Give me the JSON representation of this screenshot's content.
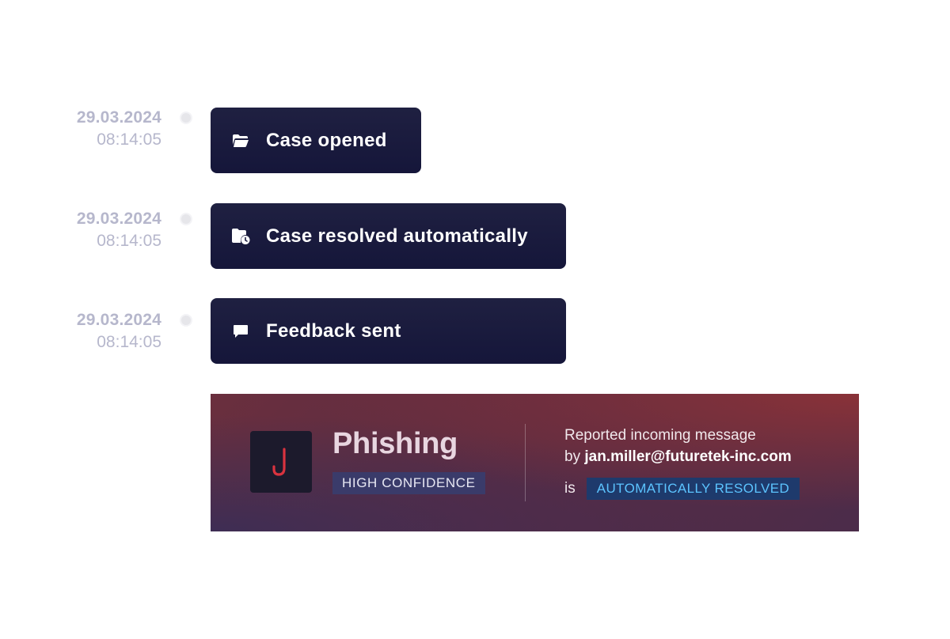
{
  "timeline": {
    "events": [
      {
        "date": "29.03.2024",
        "time": "08:14:05",
        "label": "Case opened",
        "icon": "folder-open-icon"
      },
      {
        "date": "29.03.2024",
        "time": "08:14:05",
        "label": "Case resolved automatically",
        "icon": "folder-clock-icon"
      },
      {
        "date": "29.03.2024",
        "time": "08:14:05",
        "label": "Feedback sent",
        "icon": "chat-bubble-icon"
      }
    ]
  },
  "alert": {
    "logo_letter": "J",
    "threat_type": "Phishing",
    "confidence": "HIGH CONFIDENCE",
    "report_line1": "Reported incoming message",
    "report_by_prefix": "by",
    "reporter_email": "jan.miller@futuretek-inc.com",
    "status_prefix": "is",
    "status": "AUTOMATICALLY RESOLVED"
  },
  "colors": {
    "card_bg": "#1b1c3f",
    "timestamp": "#b6b7cc",
    "confidence_badge": "#3a3b6a",
    "status_badge_bg": "#1e3a6c",
    "status_badge_text": "#5cc4ff",
    "logo_red": "#d9333f"
  }
}
